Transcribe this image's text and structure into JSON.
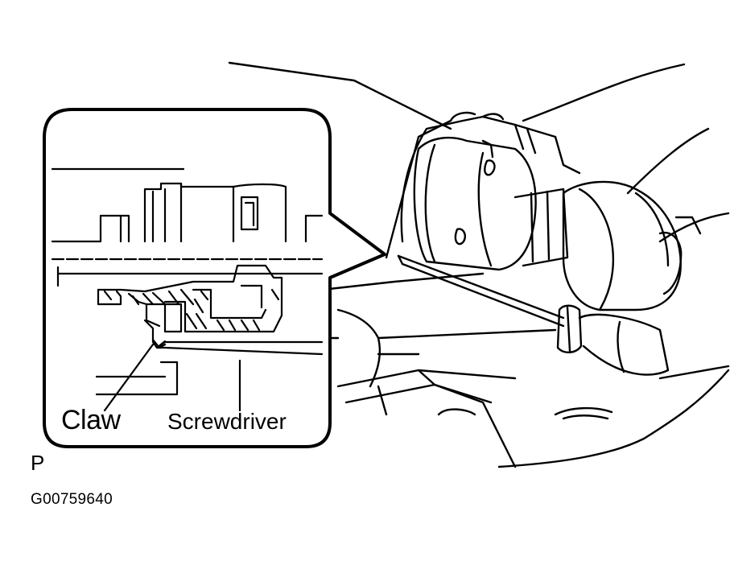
{
  "labels": {
    "claw": "Claw",
    "screwdriver": "Screwdriver",
    "view_marker": "P",
    "figure_code": "G00759640"
  },
  "colors": {
    "ink": "#000000",
    "paper": "#ffffff"
  }
}
